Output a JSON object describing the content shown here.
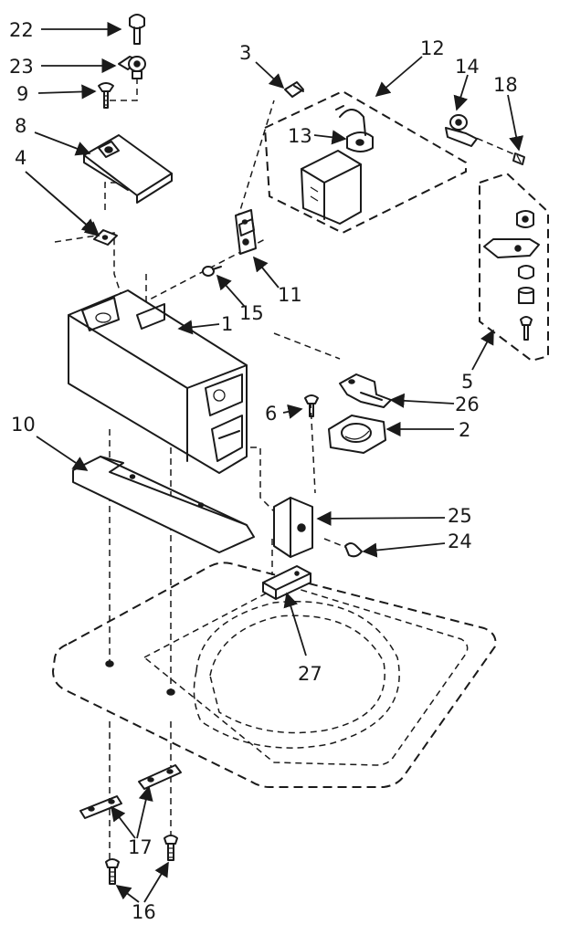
{
  "callouts": [
    {
      "id": "c22",
      "label": "22"
    },
    {
      "id": "c23",
      "label": "23"
    },
    {
      "id": "c9",
      "label": "9"
    },
    {
      "id": "c8",
      "label": "8"
    },
    {
      "id": "c4",
      "label": "4"
    },
    {
      "id": "c3",
      "label": "3"
    },
    {
      "id": "c12",
      "label": "12"
    },
    {
      "id": "c14",
      "label": "14"
    },
    {
      "id": "c18",
      "label": "18"
    },
    {
      "id": "c13",
      "label": "13"
    },
    {
      "id": "c11",
      "label": "11"
    },
    {
      "id": "c15",
      "label": "15"
    },
    {
      "id": "c1",
      "label": "1"
    },
    {
      "id": "c5",
      "label": "5"
    },
    {
      "id": "c6",
      "label": "6"
    },
    {
      "id": "c26",
      "label": "26"
    },
    {
      "id": "c2",
      "label": "2"
    },
    {
      "id": "c10",
      "label": "10"
    },
    {
      "id": "c25",
      "label": "25"
    },
    {
      "id": "c24",
      "label": "24"
    },
    {
      "id": "c27",
      "label": "27"
    },
    {
      "id": "c17",
      "label": "17"
    },
    {
      "id": "c16",
      "label": "16"
    }
  ]
}
